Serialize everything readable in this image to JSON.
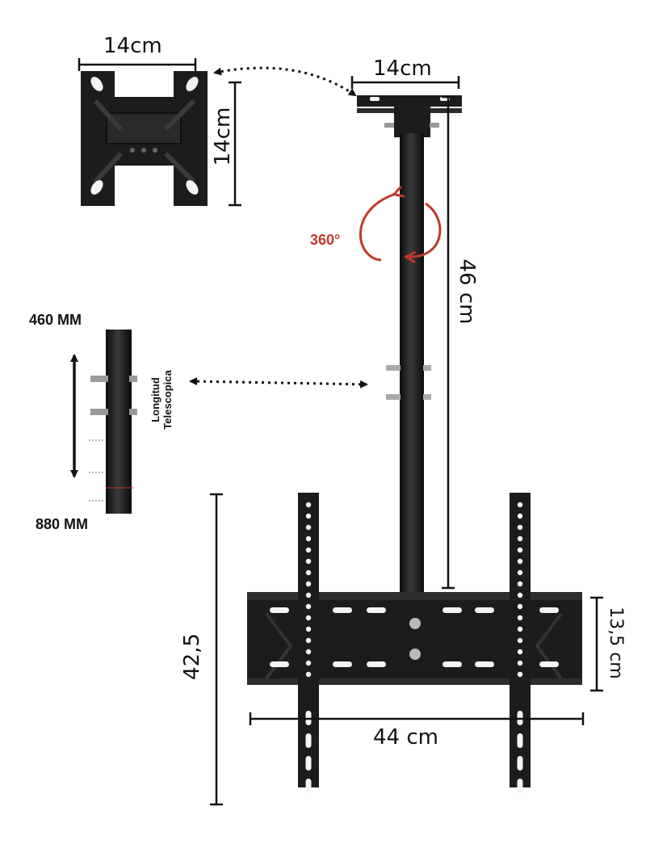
{
  "labels": {
    "plate_width": "14cm",
    "plate_height": "14cm",
    "top_plate_width": "14cm",
    "rotation": "360°",
    "pole_length": "46 cm",
    "min_length": "460 MM",
    "max_length": "880 MM",
    "telescopic_line1": "Longitud",
    "telescopic_line2": "Telescopica",
    "total_height": "42,5",
    "bracket_height": "13,5 cm",
    "bracket_width": "44 cm"
  },
  "colors": {
    "metal": "#1c1c1c",
    "dimension_line": "#111111",
    "accent": "#c0392b",
    "hole": "#f4f4f4"
  },
  "icons": [
    "rotation-arrow-icon",
    "dotted-arrow-icon"
  ]
}
